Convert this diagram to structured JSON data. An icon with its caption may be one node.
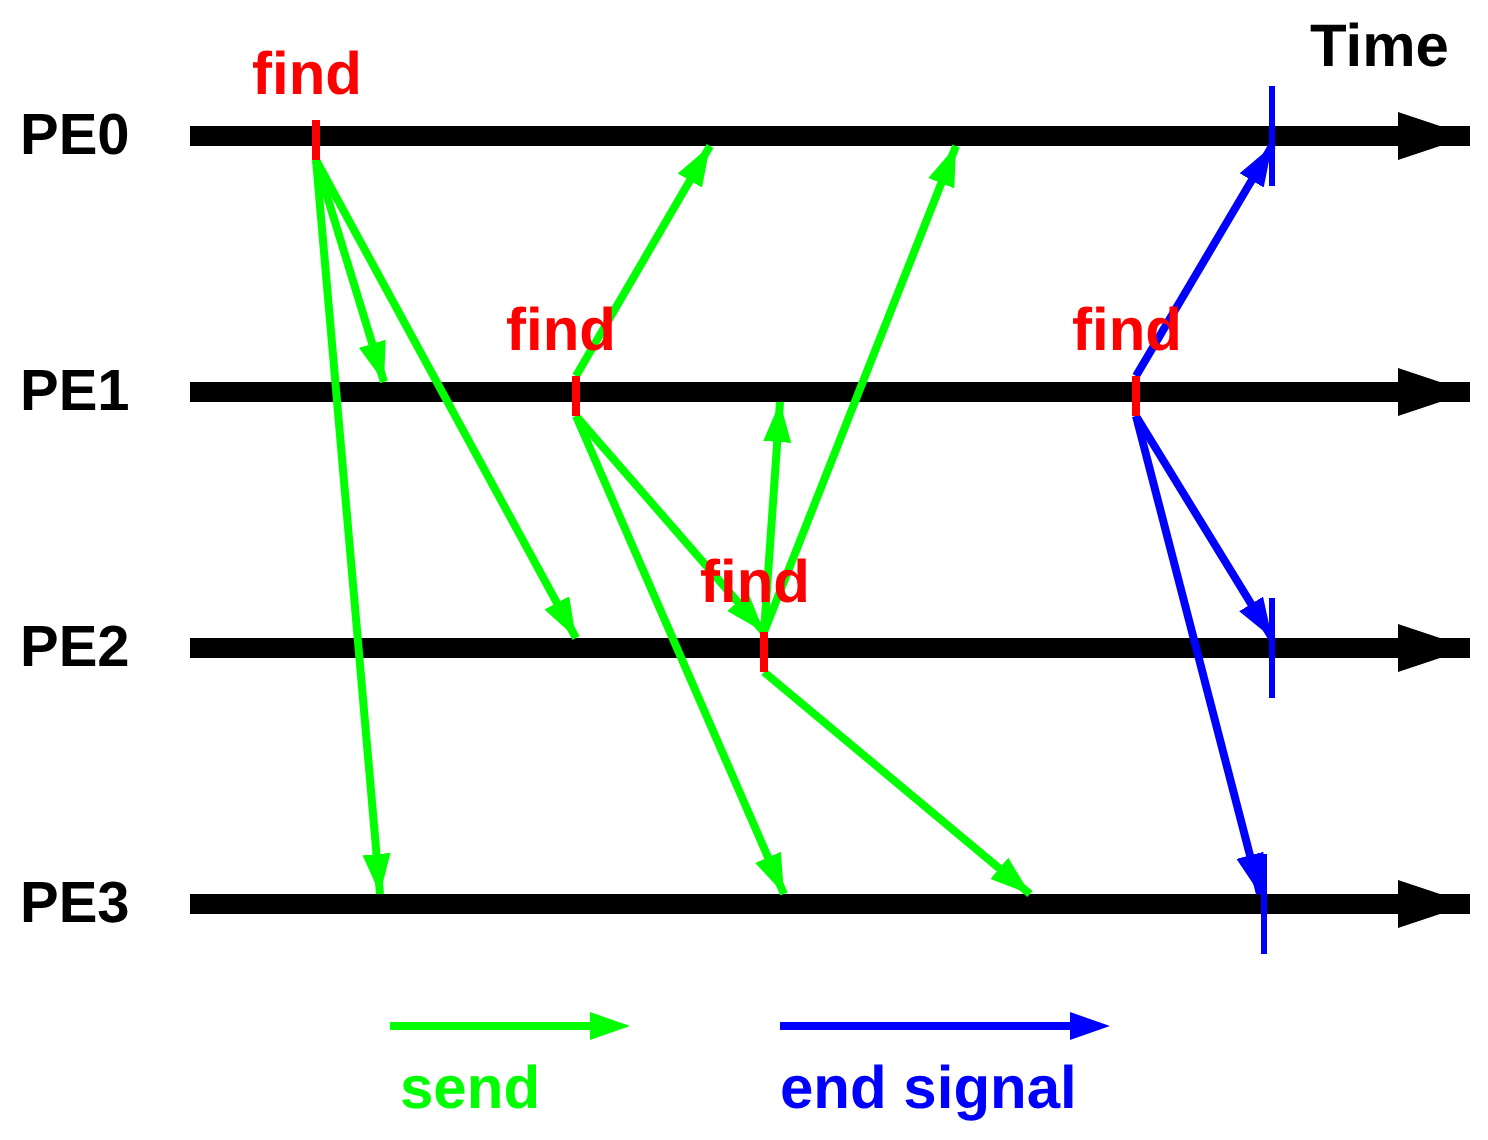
{
  "diagram": {
    "nodes": [
      {
        "text": [
          "PE0"
        ]
      },
      {
        "text": [],
        "shape": "bar",
        "beside": [
          "find"
        ]
      },
      {
        "text": [
          "PE1"
        ]
      },
      {
        "text": [],
        "shape": "bar",
        "beside": [
          "find"
        ]
      },
      {
        "text": [],
        "shape": "bar",
        "beside": [
          "find"
        ]
      },
      {
        "text": [
          "PE2"
        ]
      },
      {
        "text": [],
        "shape": "bar",
        "beside": [
          "find"
        ]
      },
      {
        "text": [
          "PE3"
        ]
      }
    ],
    "edges": [
      {
        "from": 0,
        "to": null,
        "arrow": "to",
        "style": "thick",
        "color": "#000000"
      },
      {
        "from": 2,
        "to": null,
        "arrow": "to",
        "style": "thick",
        "color": "#000000"
      },
      {
        "from": 5,
        "to": null,
        "arrow": "to",
        "style": "thick",
        "color": "#000000"
      },
      {
        "from": 7,
        "to": null,
        "arrow": "to",
        "style": "thick",
        "color": "#000000"
      },
      {
        "from": 1,
        "to": null,
        "arrow": "to"
      },
      {
        "from": 1,
        "to": null,
        "arrow": "to"
      },
      {
        "from": 1,
        "to": null,
        "arrow": "to"
      },
      {
        "from": 3,
        "to": null,
        "arrow": "to"
      },
      {
        "from": 3,
        "to": 6,
        "arrow": "to"
      },
      {
        "from": 3,
        "to": null,
        "arrow": "to"
      },
      {
        "from": 6,
        "to": null,
        "arrow": "to"
      },
      {
        "from": 6,
        "to": null,
        "arrow": "to"
      },
      {
        "from": 6,
        "to": null,
        "arrow": "to"
      },
      {
        "from": 4,
        "to": null,
        "arrow": "to",
        "color": "#0000ff"
      },
      {
        "from": 4,
        "to": null,
        "arrow": "to",
        "color": "#0000ff"
      },
      {
        "from": 4,
        "to": null,
        "arrow": "to",
        "color": "#0000ff"
      }
    ],
    "labels": [
      "Time"
    ],
    "legend": [
      {
        "text": "send",
        "color": "#00ff00"
      },
      {
        "text": "end signal",
        "color": "#0000ff"
      }
    ]
  }
}
